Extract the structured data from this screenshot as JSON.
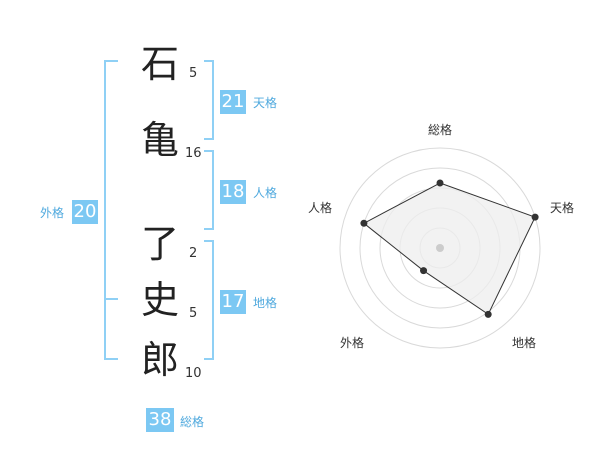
{
  "name": {
    "chars": [
      {
        "char": "石",
        "strokes": "5"
      },
      {
        "char": "亀",
        "strokes": "16"
      },
      {
        "char": "了",
        "strokes": "2"
      },
      {
        "char": "史",
        "strokes": "5"
      },
      {
        "char": "郎",
        "strokes": "10"
      }
    ]
  },
  "scores": {
    "tenkaku": {
      "value": "21",
      "label": "天格"
    },
    "jinkaku": {
      "value": "18",
      "label": "人格"
    },
    "chikaku": {
      "value": "17",
      "label": "地格"
    },
    "gaikaku": {
      "value": "20",
      "label": "外格"
    },
    "soukaku": {
      "value": "38",
      "label": "総格"
    }
  },
  "radar": {
    "labels": [
      "総格",
      "天格",
      "地格",
      "外格",
      "人格"
    ],
    "values": [
      0.65,
      1.0,
      0.82,
      0.28,
      0.8
    ],
    "colors": {
      "rings": "#d9d9d9",
      "fill": "#eeeeee",
      "line": "#333333",
      "center": "#cccccc"
    }
  },
  "colors": {
    "accent": "#7cc8f3",
    "label": "#4fa9de"
  }
}
